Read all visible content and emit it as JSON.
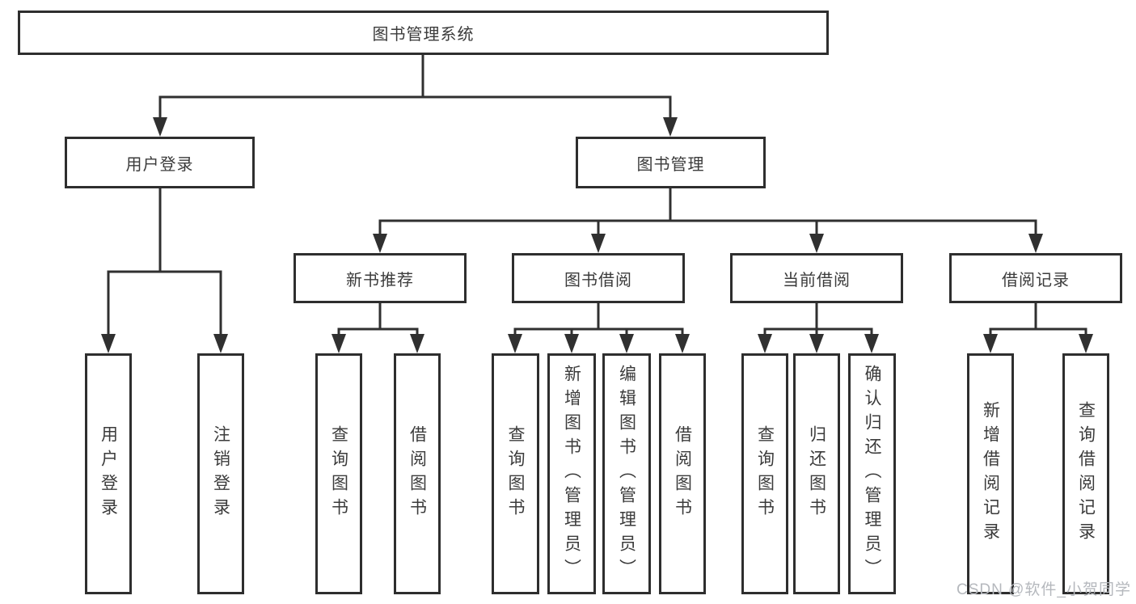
{
  "colors": {
    "line": "#303030",
    "box_border": "#2e2e2e",
    "text": "#3b3b3b",
    "watermark": "#b5b8bd",
    "background": "#ffffff"
  },
  "tree": {
    "label": "图书管理系统",
    "children": [
      {
        "label": "用户登录",
        "children": [
          {
            "label": "用户登录"
          },
          {
            "label": "注销登录"
          }
        ]
      },
      {
        "label": "图书管理",
        "children": [
          {
            "label": "新书推荐",
            "children": [
              {
                "label": "查询图书"
              },
              {
                "label": "借阅图书"
              }
            ]
          },
          {
            "label": "图书借阅",
            "children": [
              {
                "label": "查询图书"
              },
              {
                "label": "新增图书（管理员）"
              },
              {
                "label": "编辑图书（管理员）"
              },
              {
                "label": "借阅图书"
              }
            ]
          },
          {
            "label": "当前借阅",
            "children": [
              {
                "label": "查询图书"
              },
              {
                "label": "归还图书"
              },
              {
                "label": "确认归还（管理员）"
              }
            ]
          },
          {
            "label": "借阅记录",
            "children": [
              {
                "label": "新增借阅记录"
              },
              {
                "label": "查询借阅记录"
              }
            ]
          }
        ]
      }
    ]
  },
  "watermark": "CSDN @软件_小贺同学"
}
